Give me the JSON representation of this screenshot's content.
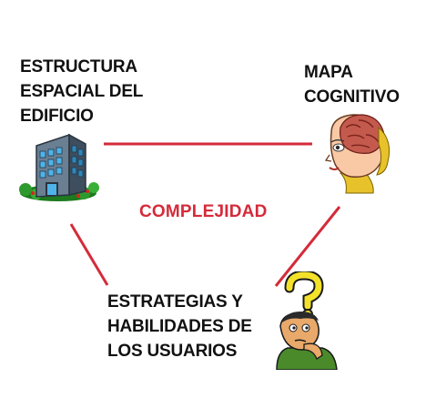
{
  "nodes": {
    "building": {
      "label": "ESTRUCTURA\nESPACIAL DEL\nEDIFICIO",
      "icon": "building-icon"
    },
    "mental_map": {
      "label": "MAPA\nCOGNITIVO",
      "icon": "brain-head-icon"
    },
    "user_strategies": {
      "label": "ESTRATEGIAS Y\nHABILIDADES DE\nLOS USUARIOS",
      "icon": "thinking-man-icon"
    }
  },
  "center_label": "COMPLEJIDAD",
  "colors": {
    "connector": "#d42b3a",
    "center_label": "#d42b3a",
    "label_text": "#111111"
  }
}
